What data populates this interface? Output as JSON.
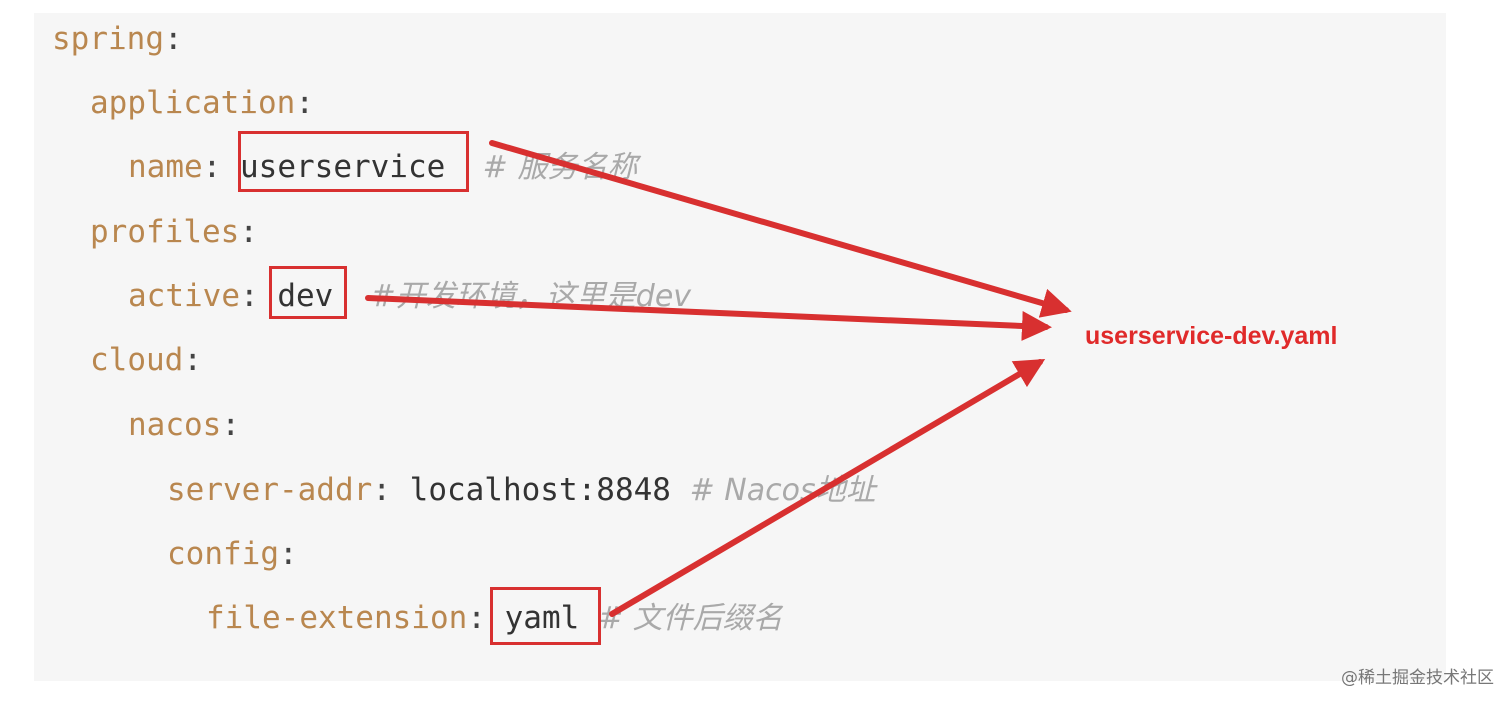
{
  "code": {
    "spring_key": "spring",
    "application_key": "application",
    "name_key": "name",
    "name_value": "userservice",
    "name_comment": "# 服务名称",
    "profiles_key": "profiles",
    "active_key": "active",
    "active_value": "dev",
    "active_comment": "#开发环境，这里是dev",
    "cloud_key": "cloud",
    "nacos_key": "nacos",
    "server_addr_key": "server-addr",
    "server_addr_value": "localhost:8848",
    "server_addr_comment": "# Nacos地址",
    "config_key": "config",
    "file_extension_key": "file-extension",
    "file_extension_value": "yaml",
    "file_extension_comment": "# 文件后缀名",
    "colon": ":"
  },
  "result_label": "userservice-dev.yaml",
  "watermark": "@稀土掘金技术社区",
  "colors": {
    "highlight": "#d83030",
    "result_text": "#e02a2a",
    "key": "#b9874f",
    "comment": "#a9a9a9",
    "background": "#f6f6f6"
  }
}
